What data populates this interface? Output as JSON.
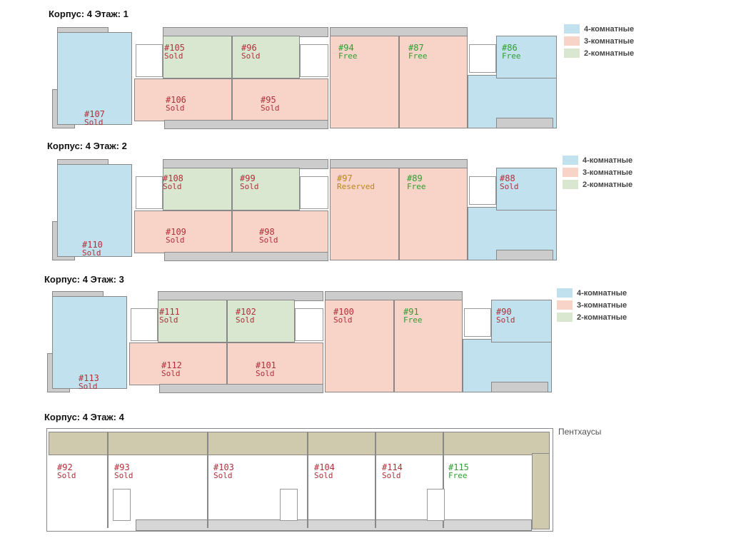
{
  "colors": {
    "four_room": "#c2e1ee",
    "three_room": "#f8d4c8",
    "two_room": "#d9e7d0",
    "penthouse": "#cfc9ae",
    "sold": "#b0303a",
    "free": "#2f9e2f",
    "reserved": "#b8861a"
  },
  "legend": {
    "four_room": "4-комнатные",
    "three_room": "3-комнатные",
    "two_room": "2-комнатные",
    "penthouse": "Пентхаусы"
  },
  "floors": [
    {
      "title": "Корпус: 4 Этаж: 1",
      "units": [
        {
          "num": "#107",
          "status": "Sold"
        },
        {
          "num": "#106",
          "status": "Sold"
        },
        {
          "num": "#105",
          "status": "Sold"
        },
        {
          "num": "#96",
          "status": "Sold"
        },
        {
          "num": "#95",
          "status": "Sold"
        },
        {
          "num": "#94",
          "status": "Free"
        },
        {
          "num": "#87",
          "status": "Free"
        },
        {
          "num": "#86",
          "status": "Free"
        }
      ]
    },
    {
      "title": "Корпус: 4 Этаж: 2",
      "units": [
        {
          "num": "#110",
          "status": "Sold"
        },
        {
          "num": "#109",
          "status": "Sold"
        },
        {
          "num": "#108",
          "status": "Sold"
        },
        {
          "num": "#99",
          "status": "Sold"
        },
        {
          "num": "#98",
          "status": "Sold"
        },
        {
          "num": "#97",
          "status": "Reserved"
        },
        {
          "num": "#89",
          "status": "Free"
        },
        {
          "num": "#88",
          "status": "Sold"
        }
      ]
    },
    {
      "title": "Корпус: 4 Этаж: 3",
      "units": [
        {
          "num": "#113",
          "status": "Sold"
        },
        {
          "num": "#112",
          "status": "Sold"
        },
        {
          "num": "#111",
          "status": "Sold"
        },
        {
          "num": "#102",
          "status": "Sold"
        },
        {
          "num": "#101",
          "status": "Sold"
        },
        {
          "num": "#100",
          "status": "Sold"
        },
        {
          "num": "#91",
          "status": "Free"
        },
        {
          "num": "#90",
          "status": "Sold"
        }
      ]
    },
    {
      "title": "Корпус: 4 Этаж: 4",
      "units": [
        {
          "num": "#92",
          "status": "Sold"
        },
        {
          "num": "#93",
          "status": "Sold"
        },
        {
          "num": "#103",
          "status": "Sold"
        },
        {
          "num": "#104",
          "status": "Sold"
        },
        {
          "num": "#114",
          "status": "Sold"
        },
        {
          "num": "#115",
          "status": "Free"
        }
      ]
    }
  ]
}
